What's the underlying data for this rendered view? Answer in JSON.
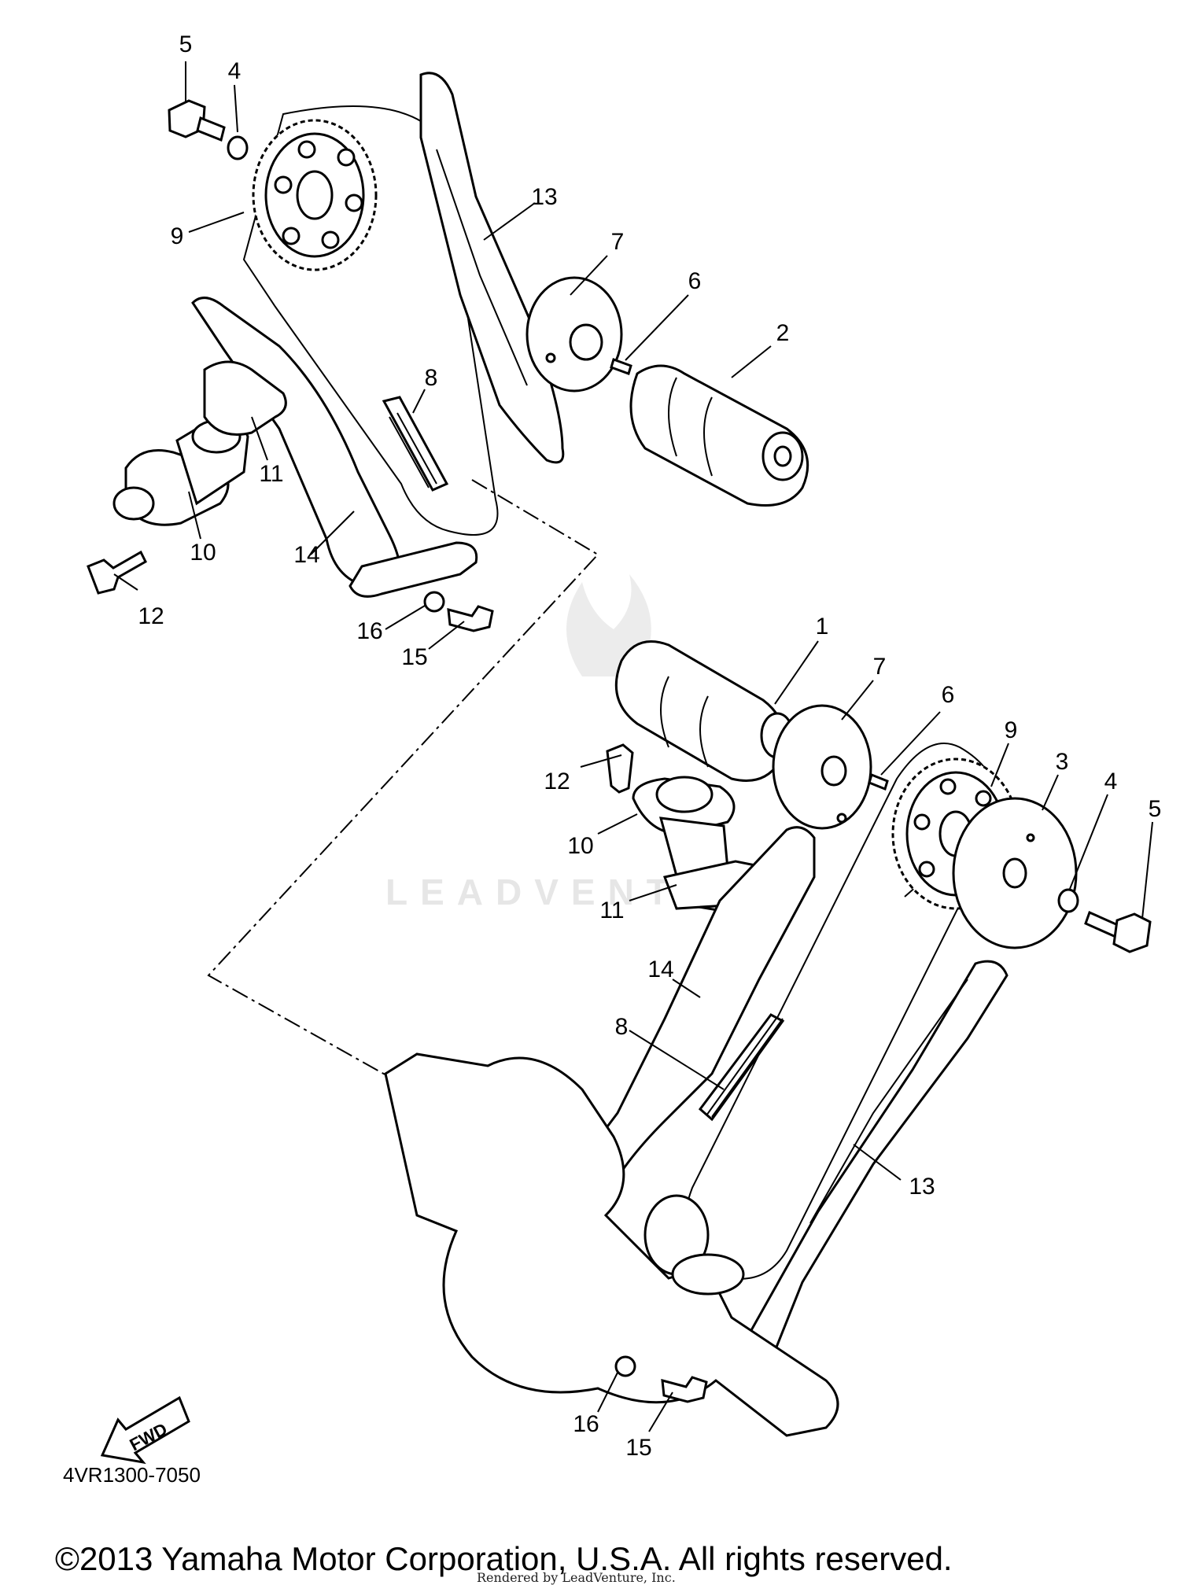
{
  "diagram": {
    "code": "4VR1300-7050",
    "fwd_label": "FWD",
    "watermark": "LEADVENTURE",
    "copyright": "©2013 Yamaha Motor Corporation, U.S.A. All rights reserved.",
    "rendered_by": "Rendered by LeadVenture, Inc.",
    "callouts_top": [
      "5",
      "4",
      "13",
      "9",
      "7",
      "6",
      "2",
      "8",
      "11",
      "10",
      "14",
      "12",
      "16",
      "15"
    ],
    "callouts_bottom": [
      "1",
      "7",
      "6",
      "9",
      "3",
      "4",
      "5",
      "12",
      "10",
      "11",
      "14",
      "8",
      "13",
      "16",
      "15"
    ]
  }
}
